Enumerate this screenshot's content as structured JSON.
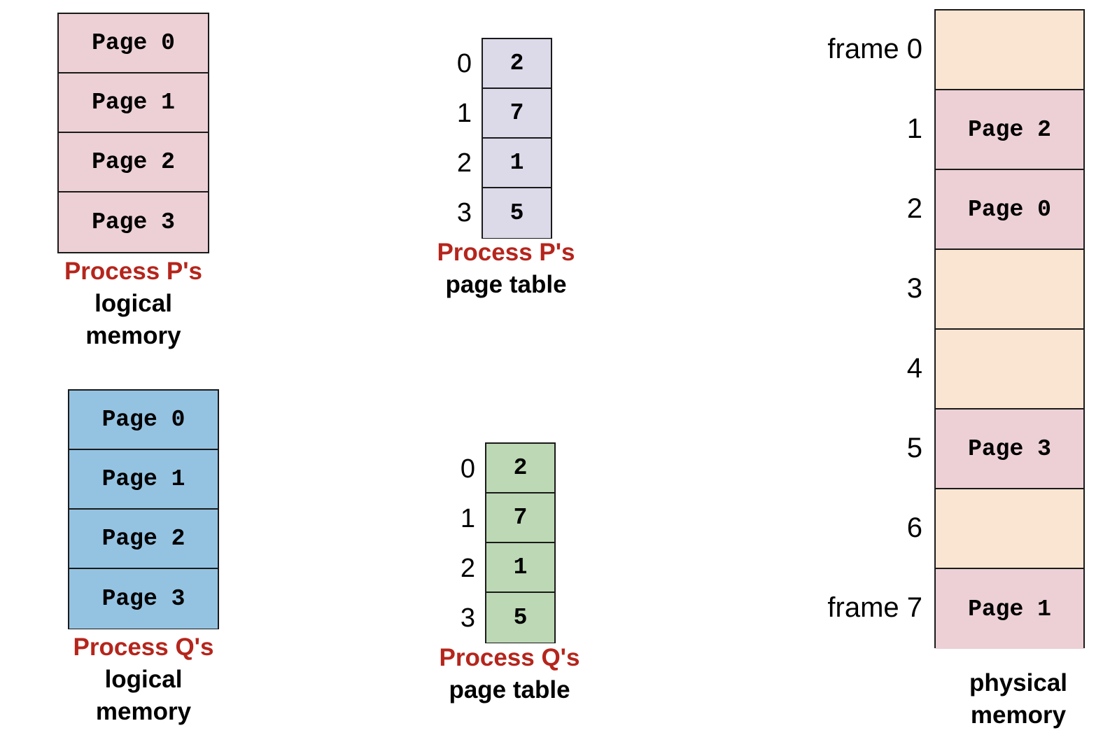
{
  "colors": {
    "p_logical_fill": "#ecd0d6",
    "q_logical_fill": "#94c3e2",
    "p_table_fill": "#dcd9e9",
    "q_table_fill": "#bcd8b4",
    "free_frame_fill": "#f9e5d1",
    "used_frame_fill": "#ecd0d6",
    "accent": "#b5251c",
    "border": "#1a1a1a"
  },
  "process_p": {
    "logical_pages": [
      "Page 0",
      "Page 1",
      "Page 2",
      "Page 3"
    ],
    "logical_caption": {
      "accent": "Process P's",
      "line1": "logical",
      "line2": "memory"
    },
    "page_table": {
      "indices": [
        "0",
        "1",
        "2",
        "3"
      ],
      "entries": [
        "2",
        "7",
        "1",
        "5"
      ],
      "caption": {
        "accent": "Process P's",
        "line1": "page table"
      }
    }
  },
  "process_q": {
    "logical_pages": [
      "Page 0",
      "Page 1",
      "Page 2",
      "Page 3"
    ],
    "logical_caption": {
      "accent": "Process Q's",
      "line1": "logical",
      "line2": "memory"
    },
    "page_table": {
      "indices": [
        "0",
        "1",
        "2",
        "3"
      ],
      "entries": [
        "2",
        "7",
        "1",
        "5"
      ],
      "caption": {
        "accent": "Process Q's",
        "line1": "page table"
      }
    }
  },
  "physical_memory": {
    "frame_labels": [
      "frame 0",
      "1",
      "2",
      "3",
      "4",
      "5",
      "6",
      "frame 7"
    ],
    "frames": [
      {
        "content": "",
        "used": false
      },
      {
        "content": "Page 2",
        "used": true
      },
      {
        "content": "Page 0",
        "used": true
      },
      {
        "content": "",
        "used": false
      },
      {
        "content": "",
        "used": false
      },
      {
        "content": "Page 3",
        "used": true
      },
      {
        "content": "",
        "used": false
      },
      {
        "content": "Page 1",
        "used": true
      }
    ],
    "caption": {
      "line1": "physical",
      "line2": "memory"
    }
  }
}
